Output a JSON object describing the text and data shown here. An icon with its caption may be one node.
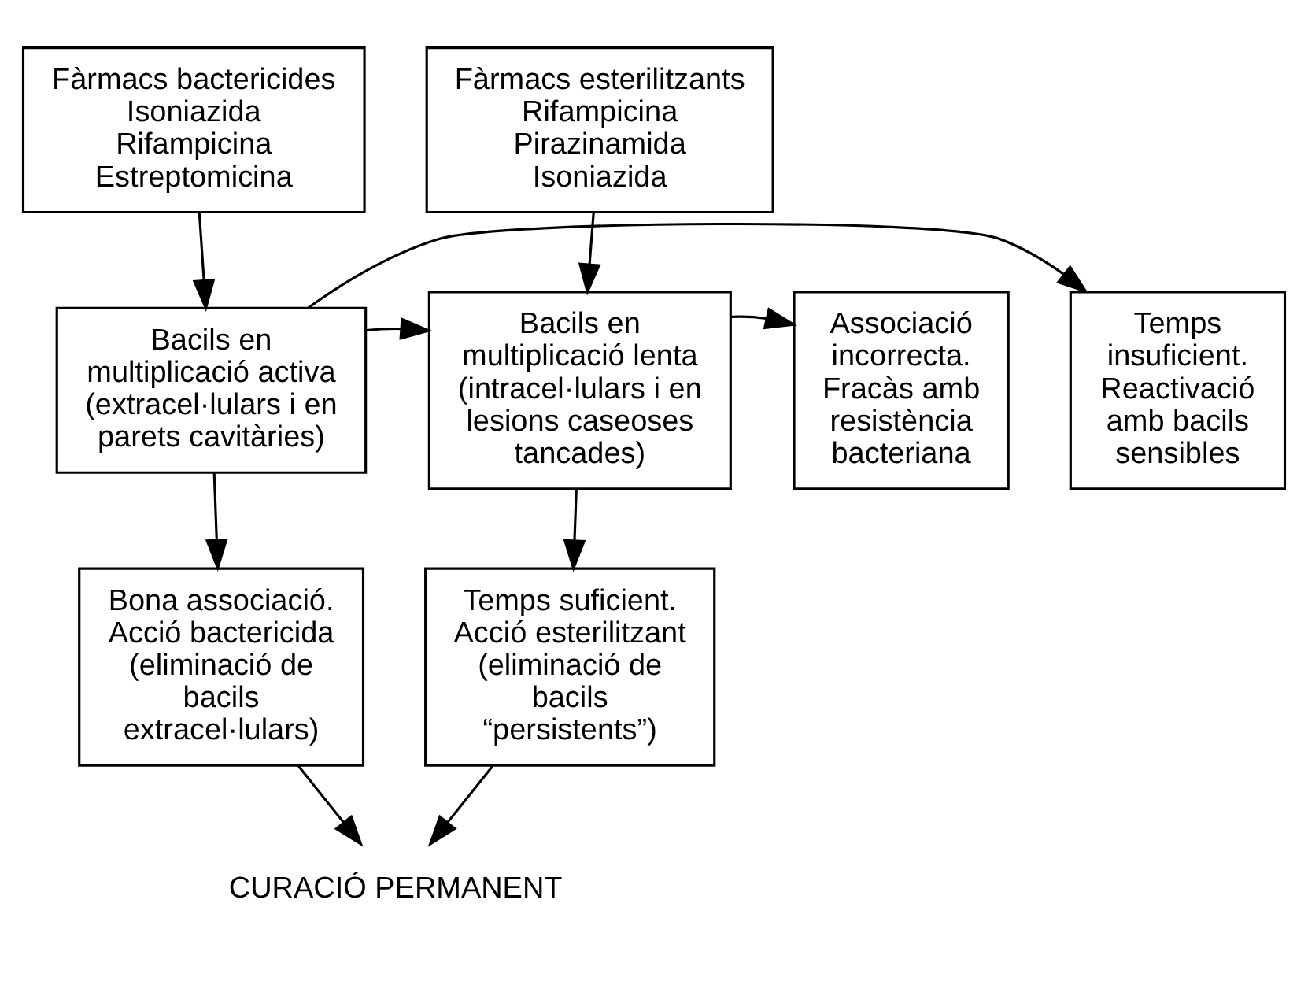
{
  "diagram": {
    "nodes": [
      {
        "text": [
          "Fàrmacs bactericides",
          "Isoniazida",
          "Rifampicina",
          "Estreptomicina"
        ]
      },
      {
        "text": [
          "Fàrmacs esterilitzants",
          "Rifampicina",
          "Pirazinamida",
          "Isoniazida"
        ]
      },
      {
        "text": [
          "Temps insuficient. Reactivació amb bacils sensibles"
        ]
      },
      {
        "text": [
          "Bacils en multiplicació activa",
          "(extracel·lulars i en parets cavitàries)"
        ]
      },
      {
        "text": [
          "Bacils en multiplicació lenta",
          "(intracel·lulars i en lesions caseoses tancades)"
        ]
      },
      {
        "text": [
          "Associació incorrecta. Fracàs amb resistència bacteriana"
        ]
      },
      {
        "text": [
          "Bona associació. Acció bactericida",
          "(eliminació de bacils extracel·lulars)"
        ]
      },
      {
        "text": [
          "Temps suficient. Acció esterilitzant",
          "(eliminació de bacils “persistents”)"
        ]
      },
      {
        "text": [
          "CURACIÓ PERMANENT"
        ]
      }
    ],
    "edges": [
      {
        "from": 0,
        "to": 3,
        "arrow": "to"
      },
      {
        "from": 1,
        "to": 4,
        "arrow": "to"
      },
      {
        "from": 3,
        "to": 2,
        "arrow": "to"
      },
      {
        "from": 3,
        "to": 4,
        "arrow": "to"
      },
      {
        "from": 4,
        "to": 5,
        "arrow": "to"
      },
      {
        "from": 3,
        "to": 6,
        "arrow": "to"
      },
      {
        "from": 4,
        "to": 7,
        "arrow": "to"
      },
      {
        "from": 6,
        "to": 8,
        "arrow": "to"
      },
      {
        "from": 7,
        "to": 8,
        "arrow": "to"
      }
    ]
  }
}
